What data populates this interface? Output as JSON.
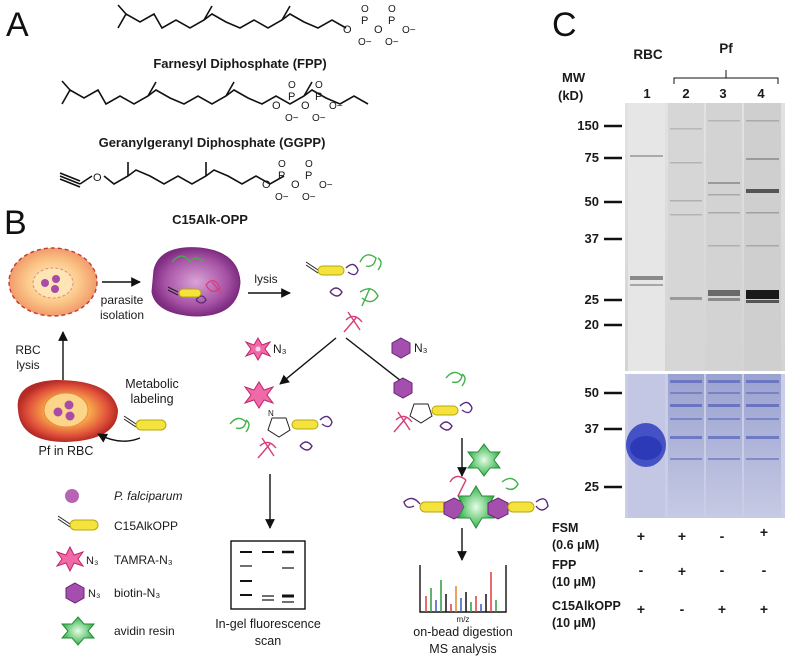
{
  "panel_a": {
    "label": "A",
    "molecules": [
      {
        "name": "Farnesyl Diphosphate (FPP)"
      },
      {
        "name": "Geranylgeranyl Diphosphate (GGPP)"
      },
      {
        "name": "C15Alk-OPP"
      }
    ],
    "atom_O": "O",
    "atom_P": "P",
    "atom_Om": "O−"
  },
  "panel_b": {
    "label": "B",
    "parasite_isolation": "parasite isolation",
    "lysis": "lysis",
    "rbc_lysis": "RBC lysis",
    "metabolic_labeling": "Metabolic labeling",
    "pf_in_rbc": "Pf in RBC",
    "n3": "N₃",
    "legend": [
      {
        "label": "P. falciparum"
      },
      {
        "label": "C15AlkOPP"
      },
      {
        "label": "TAMRA-N₃"
      },
      {
        "label": "biotin-N₃"
      },
      {
        "label": "avidin resin"
      }
    ],
    "gel_caption_1": "In-gel fluorescence",
    "gel_caption_2": "scan",
    "ms_axis": "m/z",
    "ms_caption_1": "on-bead digestion",
    "ms_caption_2": "MS analysis"
  },
  "panel_c": {
    "label": "C",
    "rbc": "RBC",
    "pf": "Pf",
    "mw_1": "MW",
    "mw_2": "(kD)",
    "lanes": [
      "1",
      "2",
      "3",
      "4"
    ],
    "mw_markers_top": [
      "150",
      "75",
      "50",
      "37",
      "25",
      "20"
    ],
    "mw_markers_bottom": [
      "50",
      "37",
      "25"
    ],
    "conditions": [
      {
        "name_1": "FSM",
        "name_2": "(0.6 μM)",
        "values": [
          "+",
          "+",
          "-",
          "+"
        ]
      },
      {
        "name_1": "FPP",
        "name_2": "(10 μM)",
        "values": [
          "-",
          "+",
          "-",
          "-"
        ]
      },
      {
        "name_1": "C15AlkOPP",
        "name_2": "(10 μM)",
        "values": [
          "+",
          "-",
          "+",
          "+"
        ]
      }
    ]
  }
}
